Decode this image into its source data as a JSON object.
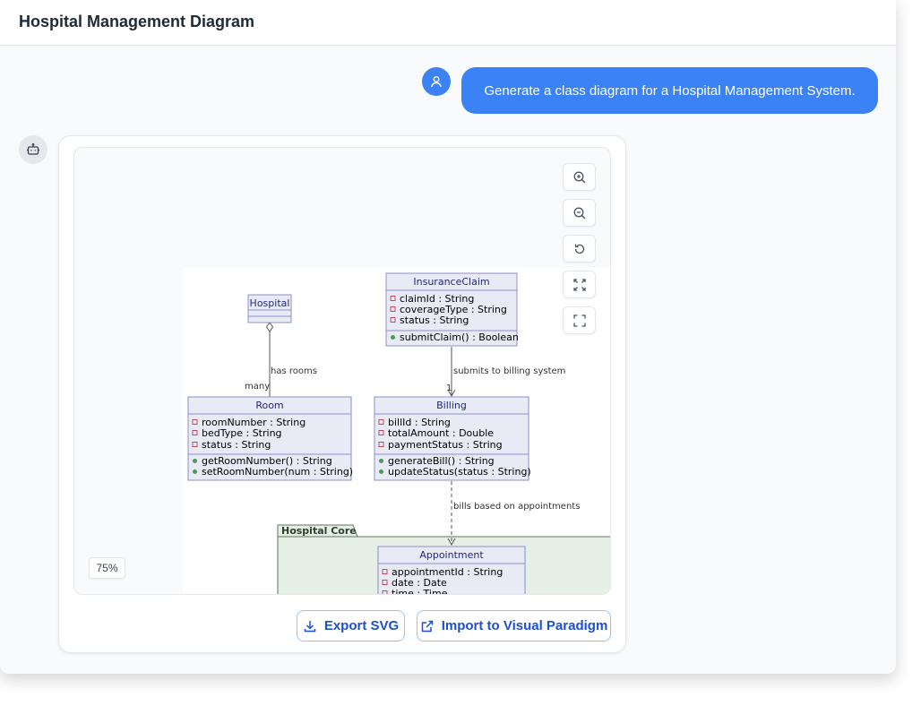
{
  "header": {
    "title": "Hospital Management Diagram"
  },
  "chat": {
    "user_message": "Generate a class diagram for a Hospital Management System."
  },
  "viewer": {
    "zoom_level": "75%",
    "tools": [
      "zoom-in",
      "zoom-out",
      "reset",
      "fit",
      "fullscreen"
    ]
  },
  "diagram": {
    "classes": {
      "hospital": {
        "name": "Hospital"
      },
      "insurance": {
        "name": "InsuranceClaim",
        "attributes": [
          "claimId : String",
          "coverageType : String",
          "status : String"
        ],
        "methods": [
          "submitClaim() : Boolean"
        ]
      },
      "room": {
        "name": "Room",
        "attributes": [
          "roomNumber : String",
          "bedType : String",
          "status : String"
        ],
        "methods": [
          "getRoomNumber() : String",
          "setRoomNumber(num : String)"
        ]
      },
      "billing": {
        "name": "Billing",
        "attributes": [
          "billId : String",
          "totalAmount : Double",
          "paymentStatus : String"
        ],
        "methods": [
          "generateBill() : String",
          "updateStatus(status : String)"
        ]
      },
      "appointment": {
        "name": "Appointment",
        "attributes": [
          "appointmentId : String",
          "date : Date",
          "time : Time"
        ]
      }
    },
    "edges": {
      "has_rooms": "has rooms",
      "many": "many",
      "submits": "submits to billing system",
      "one": "1",
      "bills_based": "bills based on appointments"
    },
    "package": {
      "name": "Hospital Core"
    }
  },
  "actions": {
    "export_svg": "Export SVG",
    "import_vp": "Import to Visual Paradigm"
  },
  "colors": {
    "accent": "#3b82f6",
    "class_fill": "#e8eaf6",
    "class_stroke": "#8b8fc9",
    "package_fill": "#e5efe5",
    "package_stroke": "#5b7b5b"
  }
}
